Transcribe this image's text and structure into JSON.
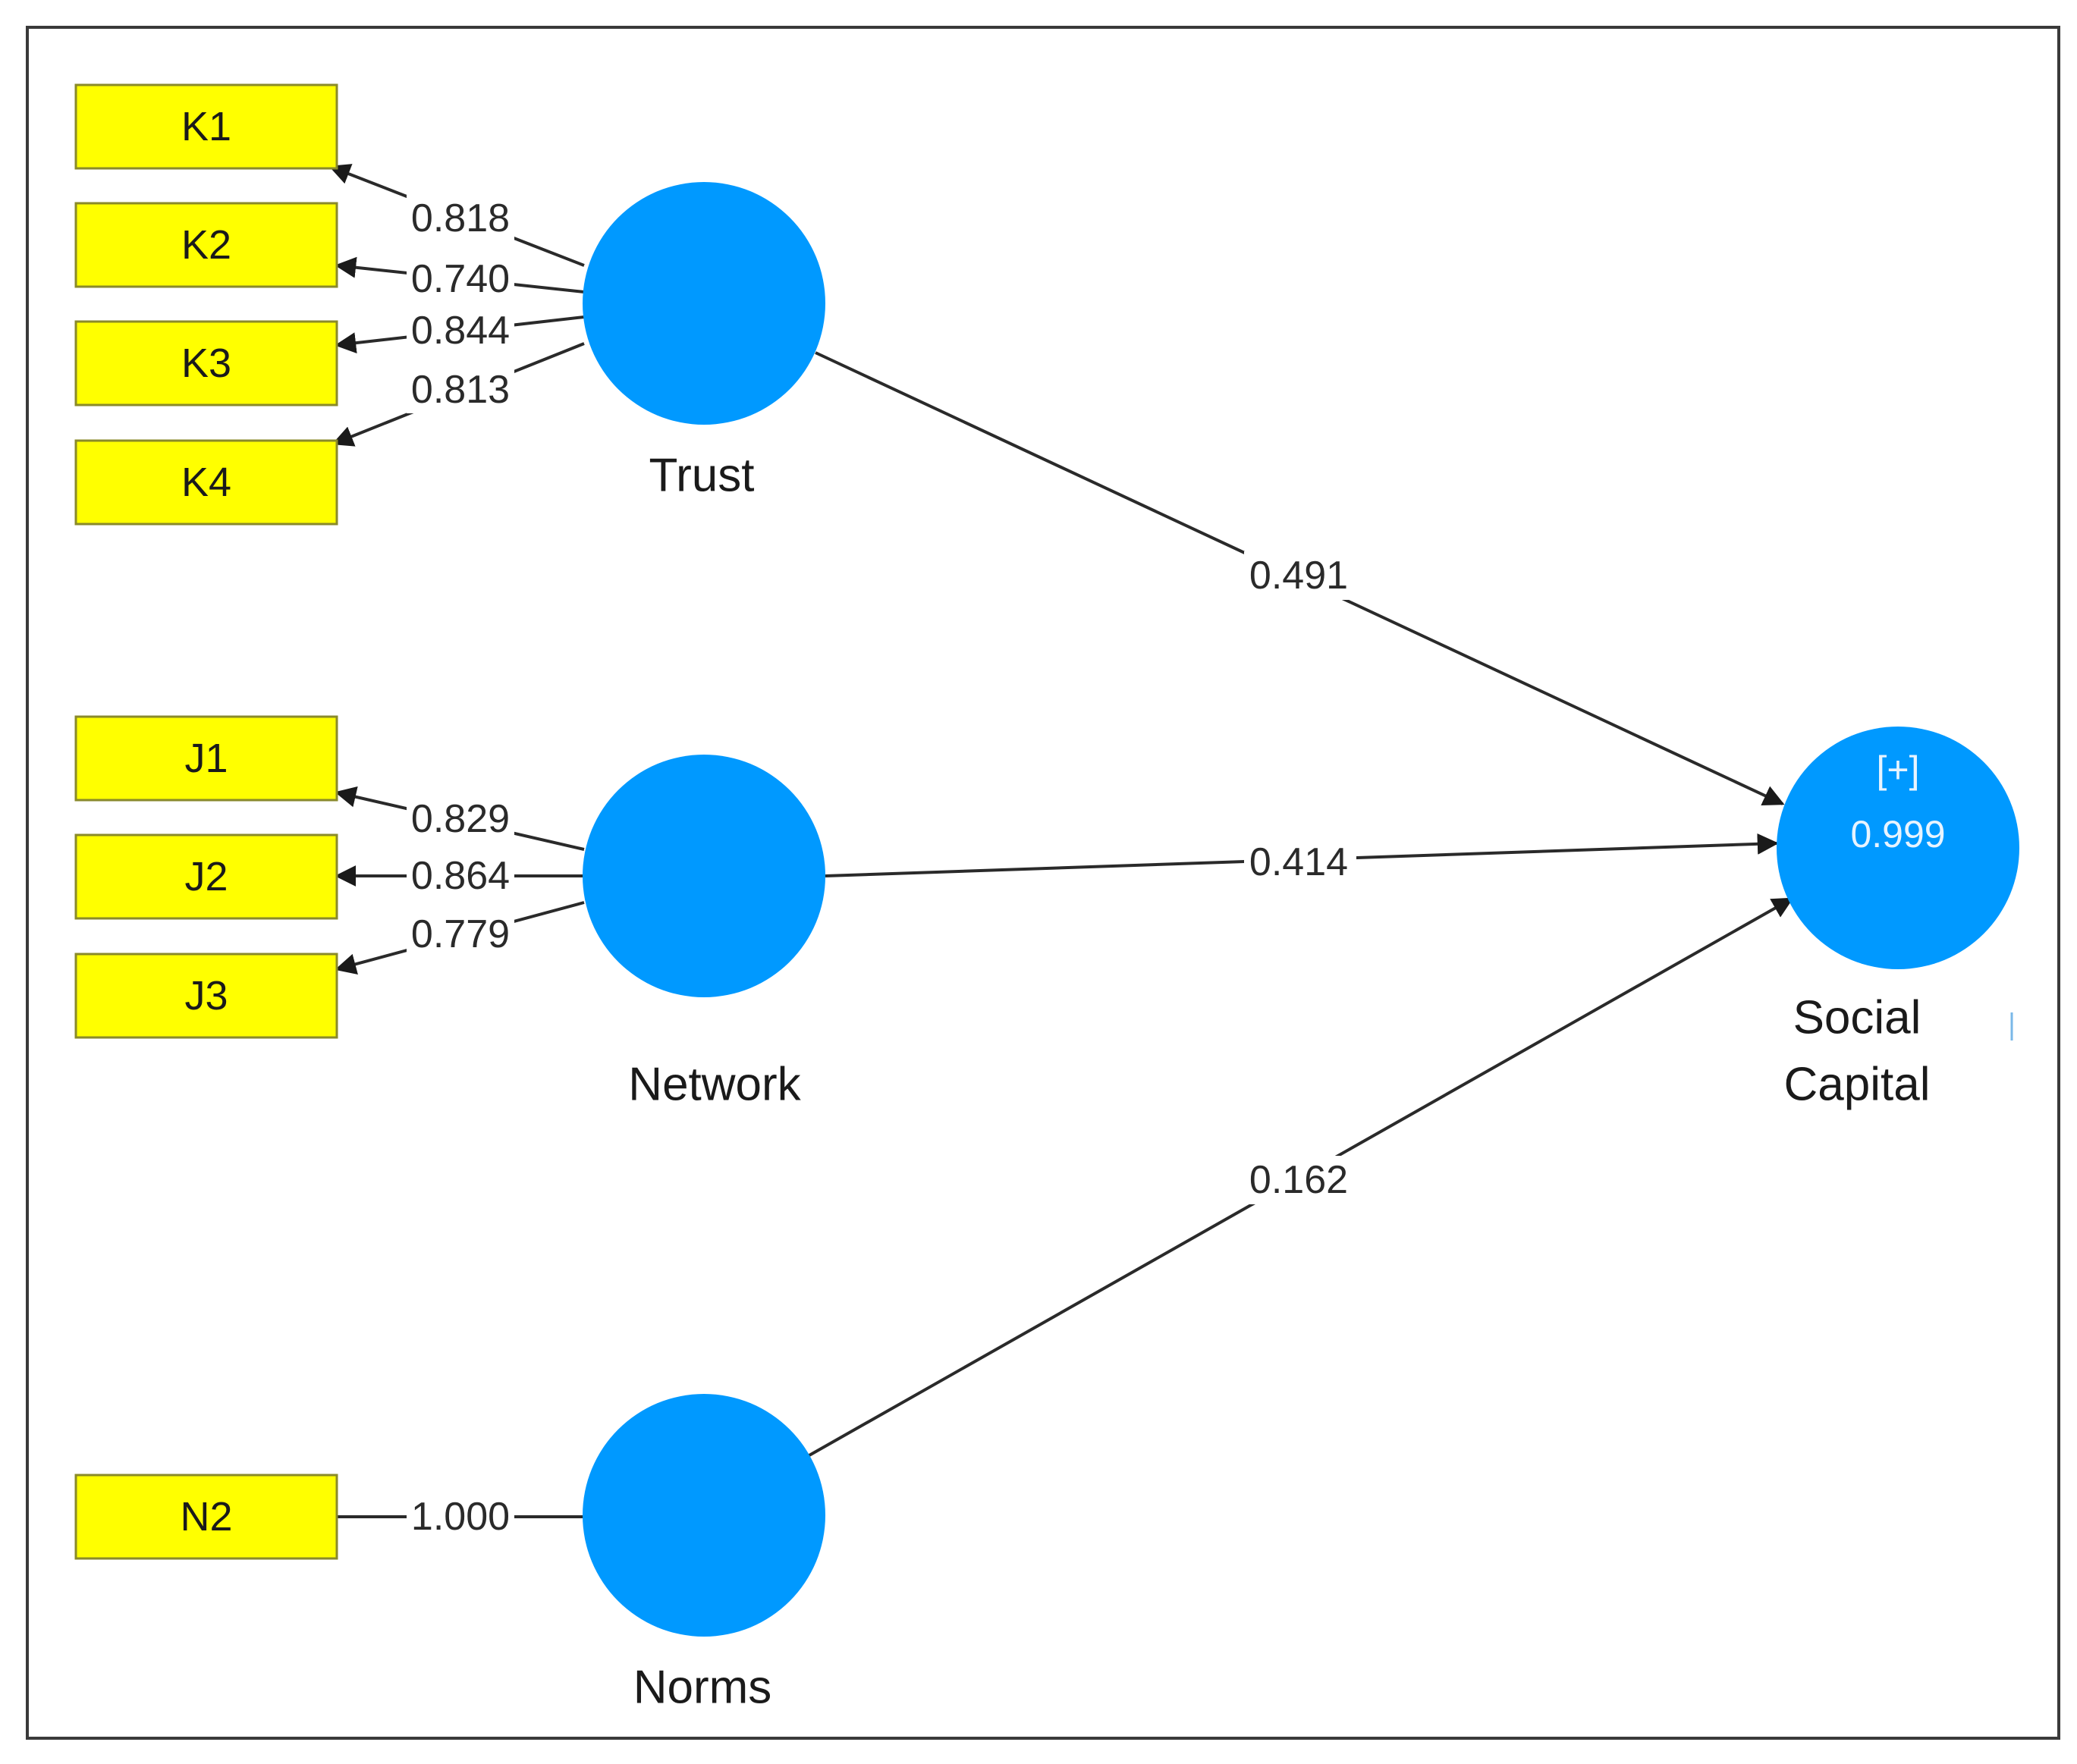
{
  "constructs": {
    "trust": {
      "label": "Trust"
    },
    "network": {
      "label": "Network"
    },
    "norms": {
      "label": "Norms"
    },
    "social_capital": {
      "label_line1": "Social",
      "label_line2": "Capital",
      "expand_marker": "[+]",
      "r_squared": "0.999"
    }
  },
  "indicators": {
    "k1": "K1",
    "k2": "K2",
    "k3": "K3",
    "k4": "K4",
    "j1": "J1",
    "j2": "J2",
    "j3": "J3",
    "n2": "N2"
  },
  "loadings": {
    "k1": "0.818",
    "k2": "0.740",
    "k3": "0.844",
    "k4": "0.813",
    "j1": "0.829",
    "j2": "0.864",
    "j3": "0.779",
    "n2": "1.000"
  },
  "paths": {
    "trust_to_social_capital": "0.491",
    "network_to_social_capital": "0.414",
    "norms_to_social_capital": "0.162"
  },
  "colors": {
    "construct_fill": "#0099ff",
    "indicator_fill": "#ffff00",
    "edge": "#2a2a2a"
  }
}
